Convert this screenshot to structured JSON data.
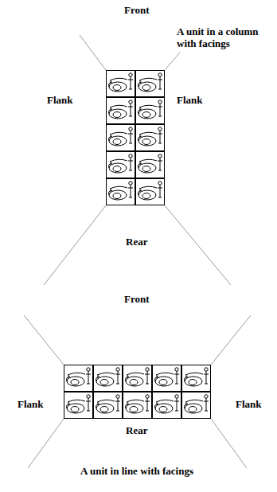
{
  "diagram": {
    "labels": [
      "Front",
      "A unit in a column with facings",
      "Flank",
      "Flank",
      "Rear",
      "Front",
      "Flank",
      "Flank",
      "Rear",
      "A unit in line with facings"
    ]
  }
}
